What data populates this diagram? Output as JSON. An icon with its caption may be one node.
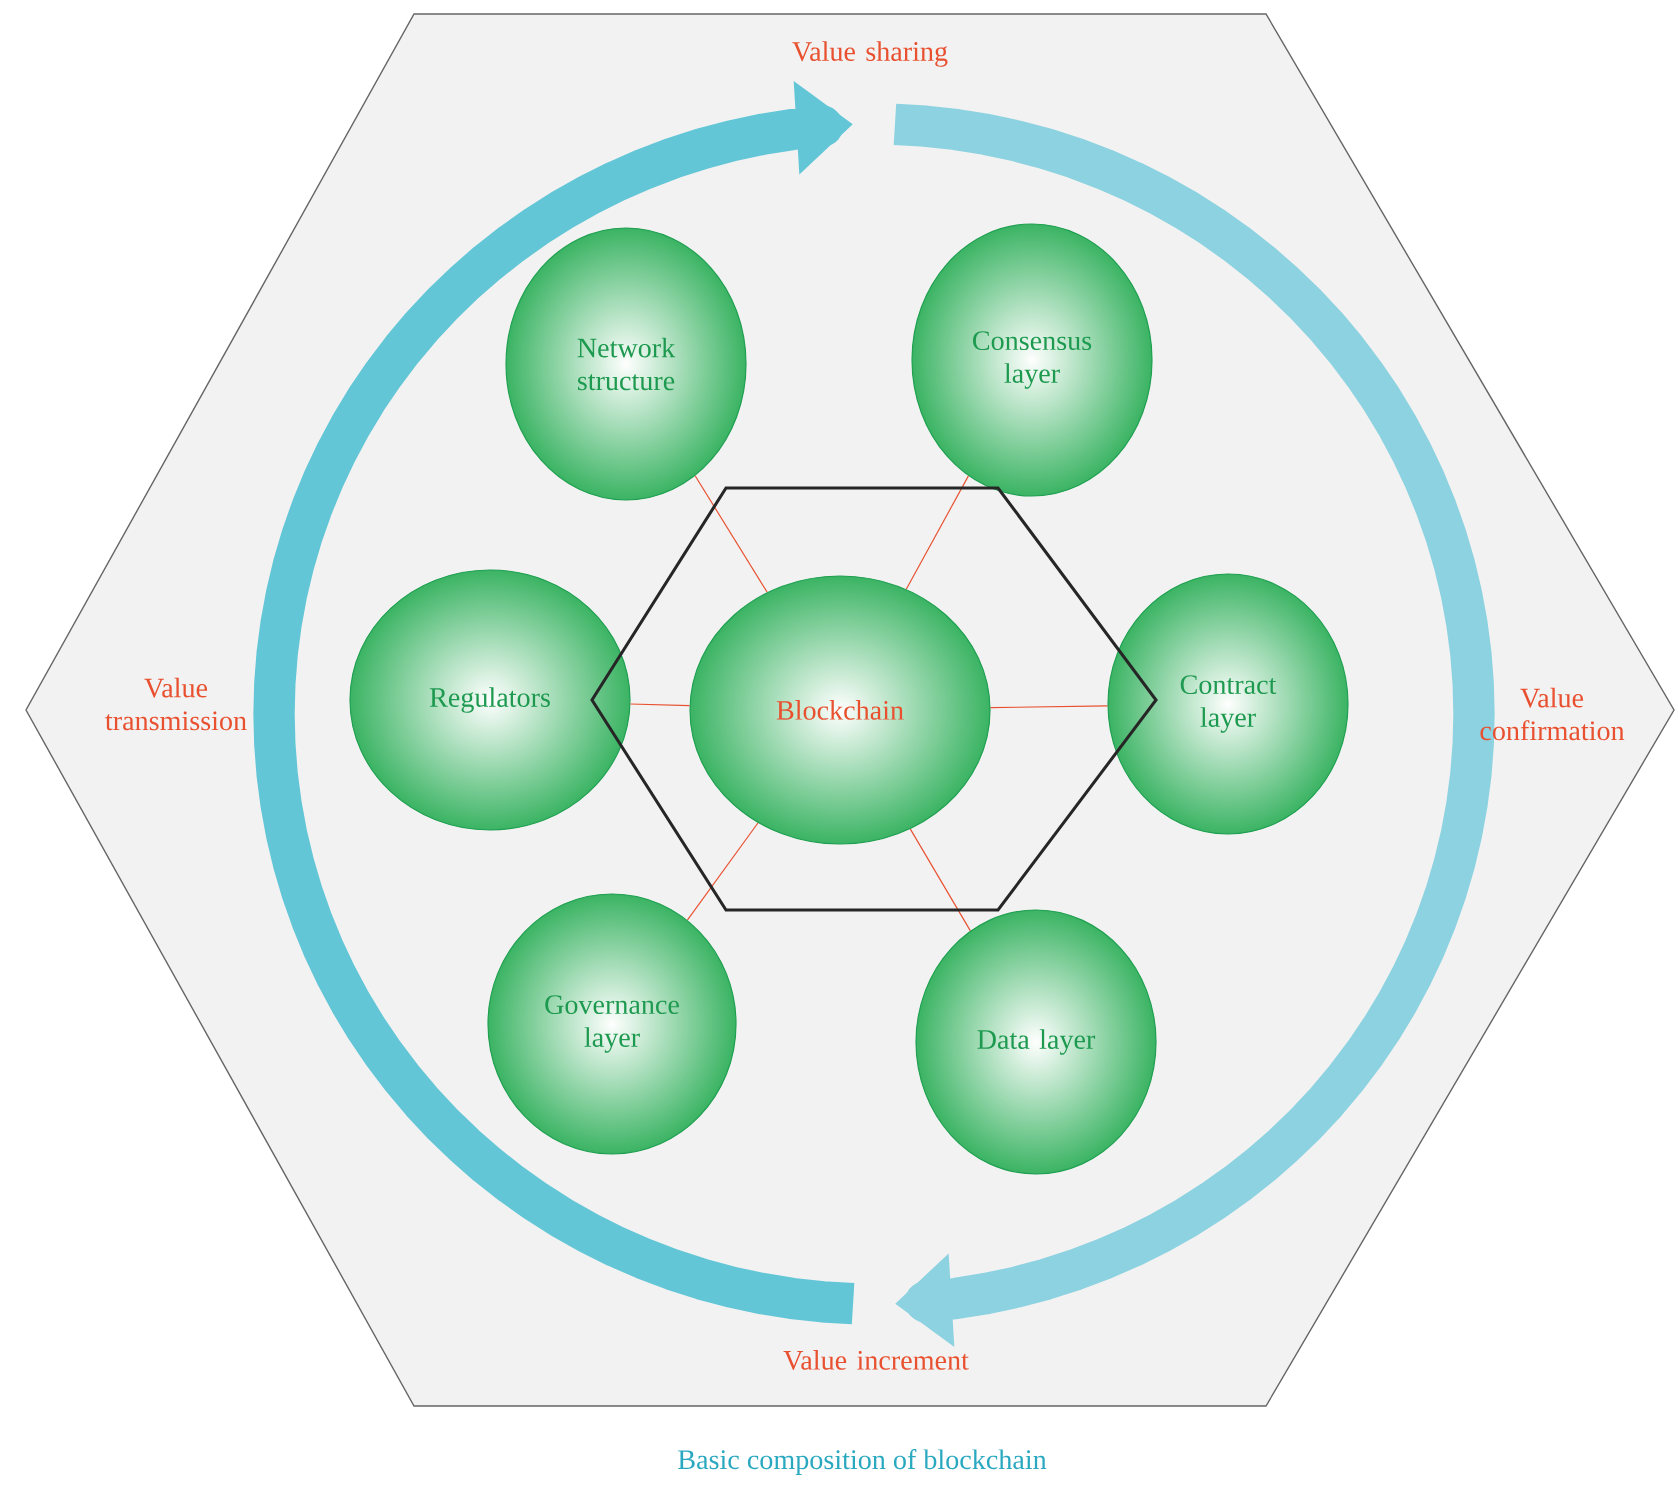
{
  "diagram": {
    "caption": "Basic composition of blockchain",
    "nodes": [
      {
        "text": [
          "Network structure"
        ]
      },
      {
        "text": [
          "Consensus layer"
        ]
      },
      {
        "text": [
          "Regulators"
        ]
      },
      {
        "text": [
          "Blockchain"
        ]
      },
      {
        "text": [
          "Contract layer"
        ]
      },
      {
        "text": [
          "Governance layer"
        ]
      },
      {
        "text": [
          "Data layer"
        ]
      }
    ],
    "edges": [
      {
        "from": 3,
        "to": 0,
        "arrow": "none"
      },
      {
        "from": 3,
        "to": 1,
        "arrow": "none"
      },
      {
        "from": 3,
        "to": 2,
        "arrow": "none"
      },
      {
        "from": 3,
        "to": 4,
        "arrow": "none"
      },
      {
        "from": 3,
        "to": 5,
        "arrow": "none"
      },
      {
        "from": 3,
        "to": 6,
        "arrow": "none"
      }
    ],
    "labels": [
      "Value sharing",
      "Value transmission",
      "Value confirmation",
      "Value increment"
    ]
  }
}
